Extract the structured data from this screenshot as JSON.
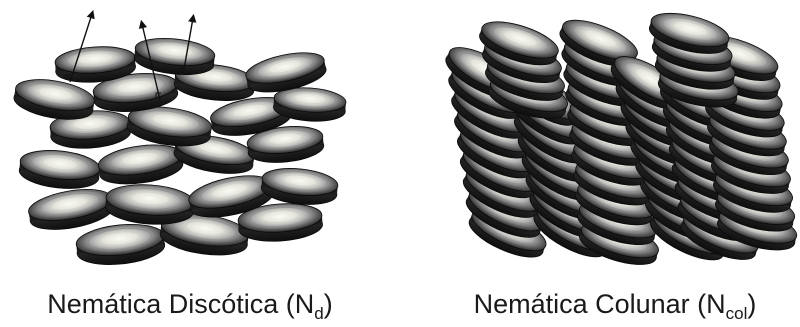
{
  "panels": [
    {
      "id": "discotic",
      "caption": {
        "text": "Nemática Discótica (N",
        "sub": "d",
        "close": ")"
      }
    },
    {
      "id": "columnar",
      "caption": {
        "text": "Nemática Colunar (N",
        "sub": "col",
        "close": ")"
      }
    }
  ],
  "colors": {
    "disc_dark": "#1b1b1b",
    "disc_mid": "#6e6e6e",
    "disc_light": "#b4b4b4",
    "disc_center": "#f4f4ee",
    "director_arrow": "#111111",
    "background": "#ffffff"
  },
  "icons": [
    "director-arrow-icon",
    "disc-molecule-icon"
  ]
}
